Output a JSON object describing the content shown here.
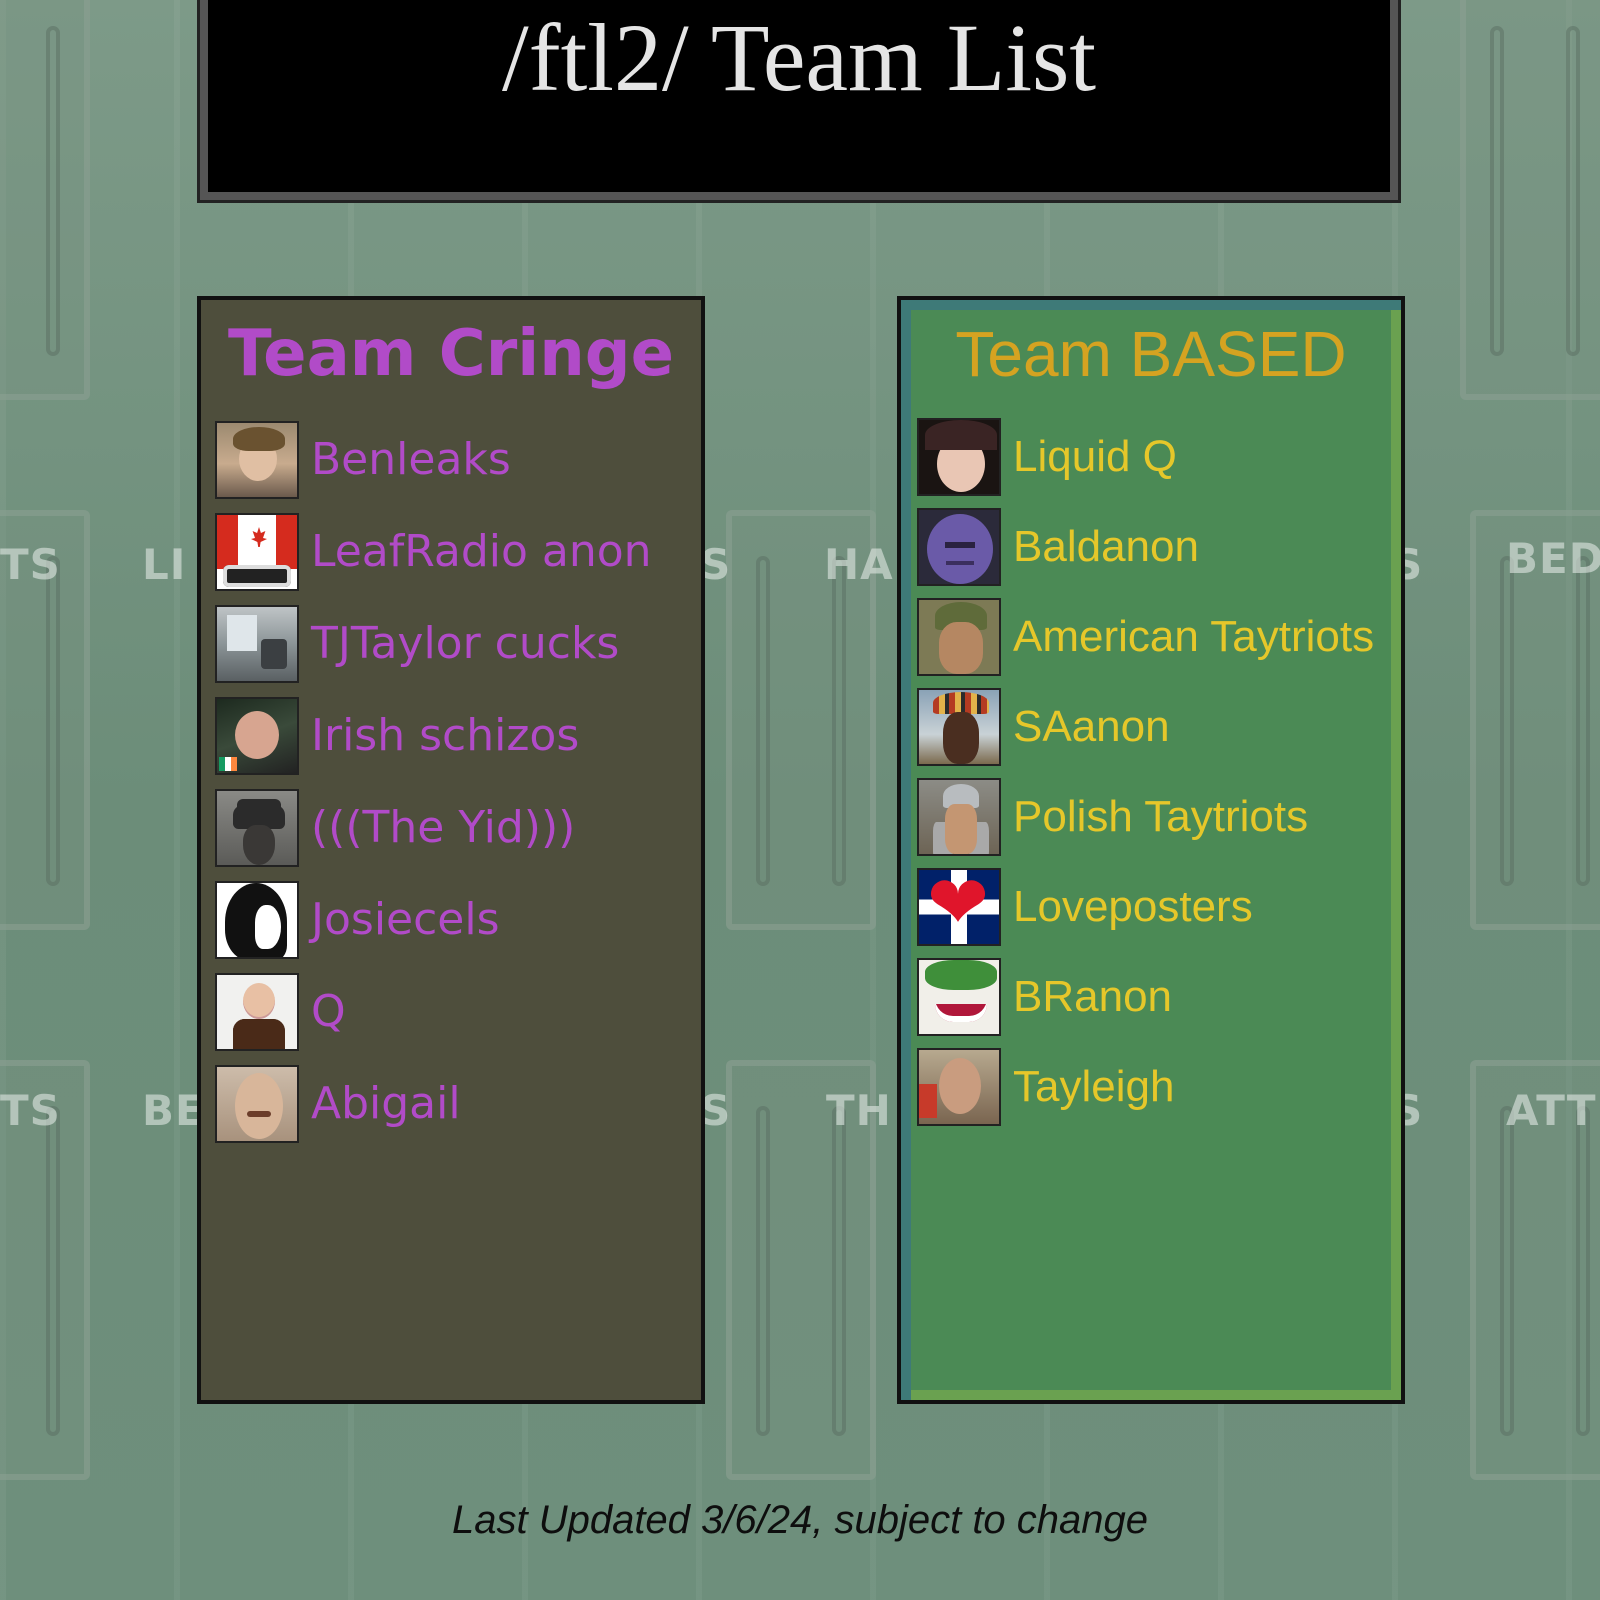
{
  "header": {
    "title": "/ftl2/ Team List"
  },
  "background": {
    "labels": [
      "TS",
      "LI",
      "S",
      "HA",
      "S",
      "BED",
      "TS",
      "BE",
      "S",
      "TH",
      "S",
      "ATT"
    ]
  },
  "colors": {
    "cringe_panel": "#4e4e3c",
    "cringe_text": "#b14bc8",
    "based_panel": "#4b8a55",
    "based_title": "#d5a321",
    "based_text": "#e6c72a"
  },
  "teams": {
    "cringe": {
      "title": "Team Cringe",
      "members": [
        {
          "name": "Benleaks",
          "avatar": "young-man-photo"
        },
        {
          "name": "LeafRadio anon",
          "avatar": "canadian-flag-radio"
        },
        {
          "name": "TJTaylor cucks",
          "avatar": "room-photo"
        },
        {
          "name": "Irish schizos",
          "avatar": "man-irish-flag-photo"
        },
        {
          "name": "(((The Yid)))",
          "avatar": "bearded-man-hat-photo"
        },
        {
          "name": "Josiecels",
          "avatar": "black-hair-drawing"
        },
        {
          "name": "Q",
          "avatar": "man-glasses-bowtie-photo"
        },
        {
          "name": "Abigail",
          "avatar": "face-mustache-photo"
        }
      ]
    },
    "based": {
      "title": "Team BASED",
      "members": [
        {
          "name": "Liquid Q",
          "avatar": "surprised-face-photo"
        },
        {
          "name": "Baldanon",
          "avatar": "purple-face-photo"
        },
        {
          "name": "American Taytriots",
          "avatar": "soldier-helmet-painting"
        },
        {
          "name": "SAanon",
          "avatar": "warrior-painting"
        },
        {
          "name": "Polish Taytriots",
          "avatar": "knight-armor-photo"
        },
        {
          "name": "Loveposters",
          "avatar": "heart-union-jack"
        },
        {
          "name": "BRanon",
          "avatar": "joker-drawing"
        },
        {
          "name": "Tayleigh",
          "avatar": "woman-photo"
        }
      ]
    }
  },
  "footer": {
    "text": "Last Updated 3/6/24, subject to change"
  }
}
